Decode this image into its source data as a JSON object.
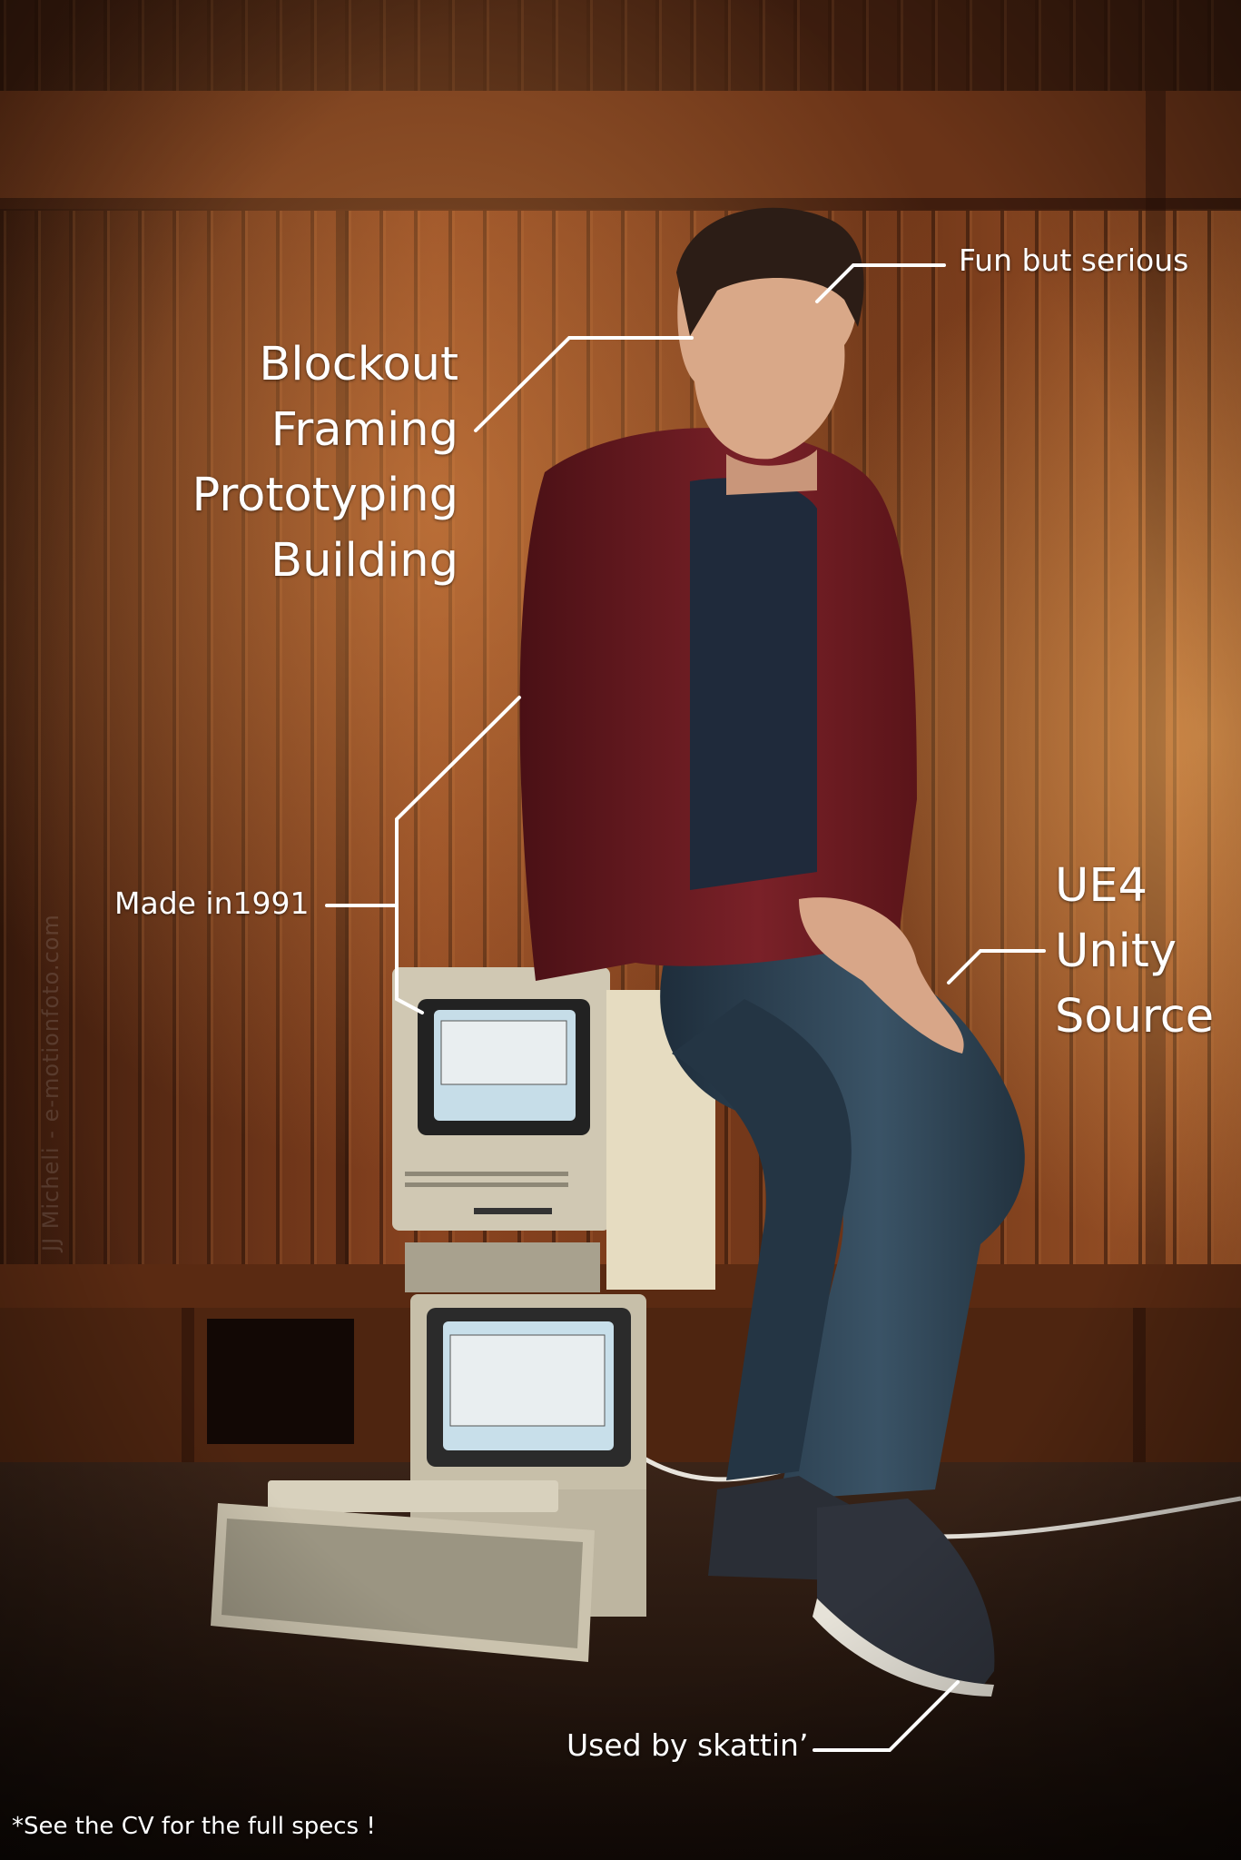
{
  "annotations": {
    "personality": "Fun but serious",
    "skills_left": [
      "Blockout",
      "Framing",
      "Prototyping",
      "Building"
    ],
    "computer": "Made in1991",
    "skills_right": [
      "UE4",
      "Unity",
      "Source"
    ],
    "shoes": "Used by skattin’"
  },
  "footnote": "*See the CV for the full specs !",
  "watermark": "JJ Micheli  -  e-motionfoto.com",
  "colors": {
    "wall_wood": "#7a3c1c",
    "hoodie": "#6b1c22",
    "tshirt": "#1f2a3b",
    "jeans": "#2a3c4d",
    "computer_beige": "#cfc7b2",
    "screen": "#c8dfea",
    "annotation_line": "#ffffff"
  }
}
